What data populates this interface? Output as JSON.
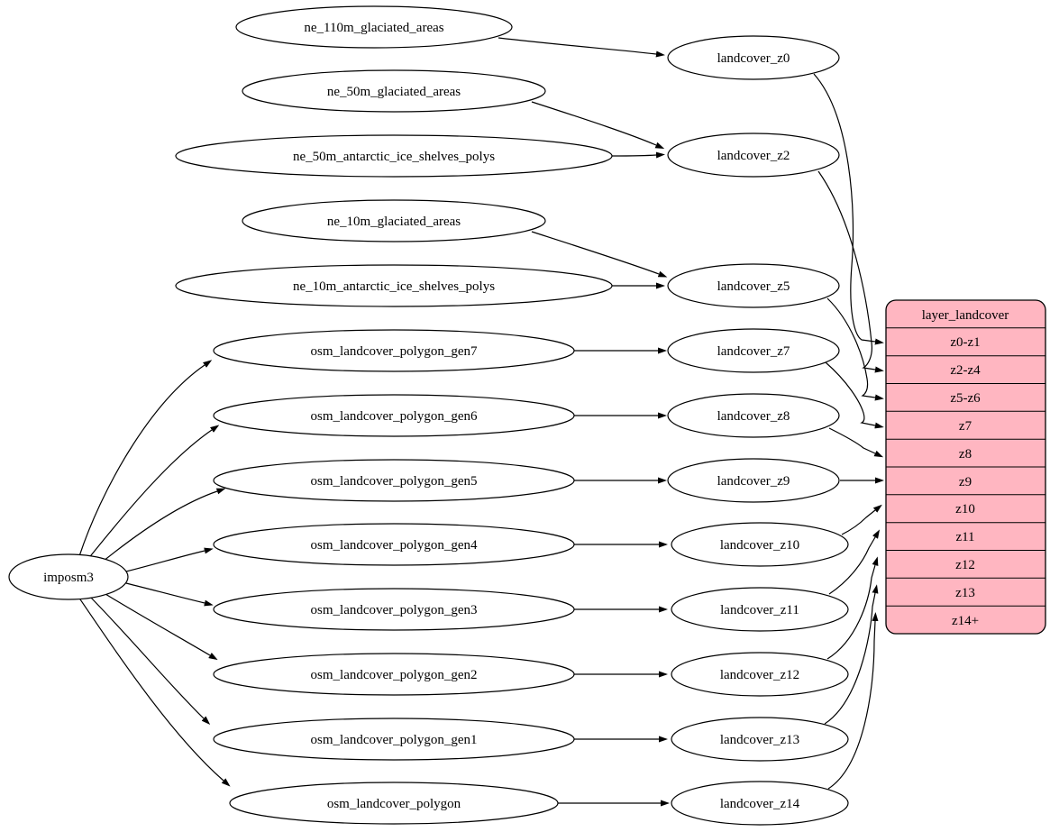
{
  "nodes": {
    "imposm3": "imposm3",
    "sources": [
      "ne_110m_glaciated_areas",
      "ne_50m_glaciated_areas",
      "ne_50m_antarctic_ice_shelves_polys",
      "ne_10m_glaciated_areas",
      "ne_10m_antarctic_ice_shelves_polys",
      "osm_landcover_polygon_gen7",
      "osm_landcover_polygon_gen6",
      "osm_landcover_polygon_gen5",
      "osm_landcover_polygon_gen4",
      "osm_landcover_polygon_gen3",
      "osm_landcover_polygon_gen2",
      "osm_landcover_polygon_gen1",
      "osm_landcover_polygon"
    ],
    "views": [
      "landcover_z0",
      "landcover_z2",
      "landcover_z5",
      "landcover_z7",
      "landcover_z8",
      "landcover_z9",
      "landcover_z10",
      "landcover_z11",
      "landcover_z12",
      "landcover_z13",
      "landcover_z14"
    ]
  },
  "table": {
    "title": "layer_landcover",
    "rows": [
      "z0-z1",
      "z2-z4",
      "z5-z6",
      "z7",
      "z8",
      "z9",
      "z10",
      "z11",
      "z12",
      "z13",
      "z14+"
    ]
  },
  "edges": [
    {
      "from": "ne_110m_glaciated_areas",
      "to": "landcover_z0"
    },
    {
      "from": "ne_50m_glaciated_areas",
      "to": "landcover_z2"
    },
    {
      "from": "ne_50m_antarctic_ice_shelves_polys",
      "to": "landcover_z2"
    },
    {
      "from": "ne_10m_glaciated_areas",
      "to": "landcover_z5"
    },
    {
      "from": "ne_10m_antarctic_ice_shelves_polys",
      "to": "landcover_z5"
    },
    {
      "from": "imposm3",
      "to": "osm_landcover_polygon_gen7"
    },
    {
      "from": "imposm3",
      "to": "osm_landcover_polygon_gen6"
    },
    {
      "from": "imposm3",
      "to": "osm_landcover_polygon_gen5"
    },
    {
      "from": "imposm3",
      "to": "osm_landcover_polygon_gen4"
    },
    {
      "from": "imposm3",
      "to": "osm_landcover_polygon_gen3"
    },
    {
      "from": "imposm3",
      "to": "osm_landcover_polygon_gen2"
    },
    {
      "from": "imposm3",
      "to": "osm_landcover_polygon_gen1"
    },
    {
      "from": "imposm3",
      "to": "osm_landcover_polygon"
    },
    {
      "from": "osm_landcover_polygon_gen7",
      "to": "landcover_z7"
    },
    {
      "from": "osm_landcover_polygon_gen6",
      "to": "landcover_z8"
    },
    {
      "from": "osm_landcover_polygon_gen5",
      "to": "landcover_z9"
    },
    {
      "from": "osm_landcover_polygon_gen4",
      "to": "landcover_z10"
    },
    {
      "from": "osm_landcover_polygon_gen3",
      "to": "landcover_z11"
    },
    {
      "from": "osm_landcover_polygon_gen2",
      "to": "landcover_z12"
    },
    {
      "from": "osm_landcover_polygon_gen1",
      "to": "landcover_z13"
    },
    {
      "from": "osm_landcover_polygon",
      "to": "landcover_z14"
    },
    {
      "from": "landcover_z0",
      "to": "layer_landcover:z0-z1"
    },
    {
      "from": "landcover_z2",
      "to": "layer_landcover:z2-z4"
    },
    {
      "from": "landcover_z5",
      "to": "layer_landcover:z5-z6"
    },
    {
      "from": "landcover_z7",
      "to": "layer_landcover:z7"
    },
    {
      "from": "landcover_z8",
      "to": "layer_landcover:z8"
    },
    {
      "from": "landcover_z9",
      "to": "layer_landcover:z9"
    },
    {
      "from": "landcover_z10",
      "to": "layer_landcover:z10"
    },
    {
      "from": "landcover_z11",
      "to": "layer_landcover:z11"
    },
    {
      "from": "landcover_z12",
      "to": "layer_landcover:z12"
    },
    {
      "from": "landcover_z13",
      "to": "layer_landcover:z13"
    },
    {
      "from": "landcover_z14",
      "to": "layer_landcover:z14+"
    }
  ],
  "colors": {
    "background": "#ffffff",
    "node_fill": "#ffffff",
    "stroke": "#000000",
    "table_fill": "#ffb6c1"
  }
}
